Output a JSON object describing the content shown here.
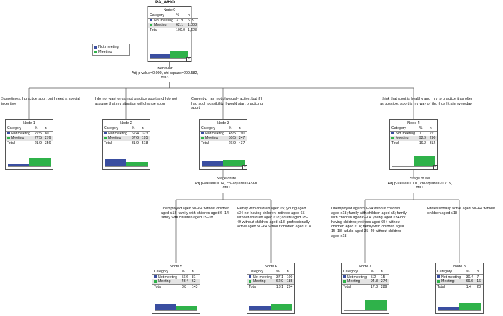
{
  "title": "PA_WHO",
  "table_headers": {
    "category": "Category",
    "percent": "%",
    "count": "n",
    "total": "Total"
  },
  "categories": [
    {
      "name": "Not meeting",
      "color": "#3a4ea0"
    },
    {
      "name": "Meeting",
      "color": "#2fb24a"
    }
  ],
  "legend": [
    "Not meeting",
    "Meeting"
  ],
  "nodes": [
    {
      "id": "0",
      "title": "Node 0",
      "pct": [
        "37.9",
        "62.1"
      ],
      "n": [
        "615",
        "1,008"
      ],
      "total_pct": "100.0",
      "total_n": "1,623",
      "bars": [
        0.379,
        0.621
      ]
    },
    {
      "id": "1",
      "title": "Node 1",
      "pct": [
        "22.5",
        "77.5"
      ],
      "n": [
        "80",
        "276"
      ],
      "total_pct": "21.9",
      "total_n": "356",
      "bars": [
        0.225,
        0.775
      ]
    },
    {
      "id": "2",
      "title": "Node 2",
      "pct": [
        "62.4",
        "37.6"
      ],
      "n": [
        "323",
        "195"
      ],
      "total_pct": "31.9",
      "total_n": "518",
      "bars": [
        0.624,
        0.376
      ]
    },
    {
      "id": "3",
      "title": "Node 3",
      "pct": [
        "43.5",
        "56.5"
      ],
      "n": [
        "190",
        "247"
      ],
      "total_pct": "26.9",
      "total_n": "437",
      "bars": [
        0.435,
        0.565
      ]
    },
    {
      "id": "4",
      "title": "Node 4",
      "pct": [
        "7.1",
        "92.9"
      ],
      "n": [
        "22",
        "290"
      ],
      "total_pct": "19.2",
      "total_n": "312",
      "bars": [
        0.071,
        0.929
      ]
    },
    {
      "id": "5",
      "title": "Node 5",
      "pct": [
        "56.6",
        "43.4"
      ],
      "n": [
        "81",
        "62"
      ],
      "total_pct": "8.8",
      "total_n": "143",
      "bars": [
        0.566,
        0.434
      ]
    },
    {
      "id": "6",
      "title": "Node 6",
      "pct": [
        "37.1",
        "62.9"
      ],
      "n": [
        "109",
        "185"
      ],
      "total_pct": "18.1",
      "total_n": "294",
      "bars": [
        0.371,
        0.629
      ]
    },
    {
      "id": "7",
      "title": "Node 7",
      "pct": [
        "5.2",
        "94.8"
      ],
      "n": [
        "15",
        "274"
      ],
      "total_pct": "17.8",
      "total_n": "289",
      "bars": [
        0.052,
        0.948
      ]
    },
    {
      "id": "8",
      "title": "Node 8",
      "pct": [
        "30.4",
        "69.6"
      ],
      "n": [
        "7",
        "16"
      ],
      "total_pct": "1.4",
      "total_n": "23",
      "bars": [
        0.304,
        0.696
      ]
    }
  ],
  "splits": {
    "s0": {
      "var": "Behavior",
      "stat": "Adj p-value=0.000, chi-square=299.582,",
      "df": "df=3"
    },
    "s3": {
      "var": "Stage of life",
      "stat": "Adj p-value=0.014, chi-square=14.991,",
      "df": "df=1"
    },
    "s4": {
      "var": "Stage of life",
      "stat": "Adj p-value=0.001, chi-square=20.715,",
      "df": "df=1"
    }
  },
  "branch_labels": {
    "b1": "Sometimes, I practice sport but I need a special incentive",
    "b2": "I do not want or cannot practice sport and I do not assume that my situation will change soon",
    "b3": "Currently, I am not physically active, but if I had such possibility, I would start practicing sport",
    "b4": "I think that sport is healthy and I try to practice it as often as possible; sport is my way of life, thus I train everyday",
    "b5": "Unemployed aged 50–64 without children aged ≤18; family with children aged 6–14; family with children aged 15–18",
    "b6": "Family with children aged ≤5; young aged ≤34 not having children; retirees aged 65+ without children aged ≤18; adults aged 35–49 without children aged ≤18; professionally active aged 50–64 without children aged ≤18",
    "b7": "Unemployed aged 50–64 without children aged ≤18; family with children aged ≤5; family with children aged 6–14; young aged ≤34 not having children; retirees aged 65+ without children aged ≤18; family with children aged 15–18; adults aged 35–49 without children aged ≤18",
    "b8": "Professionally active aged 50–64 without children aged ≤18"
  }
}
